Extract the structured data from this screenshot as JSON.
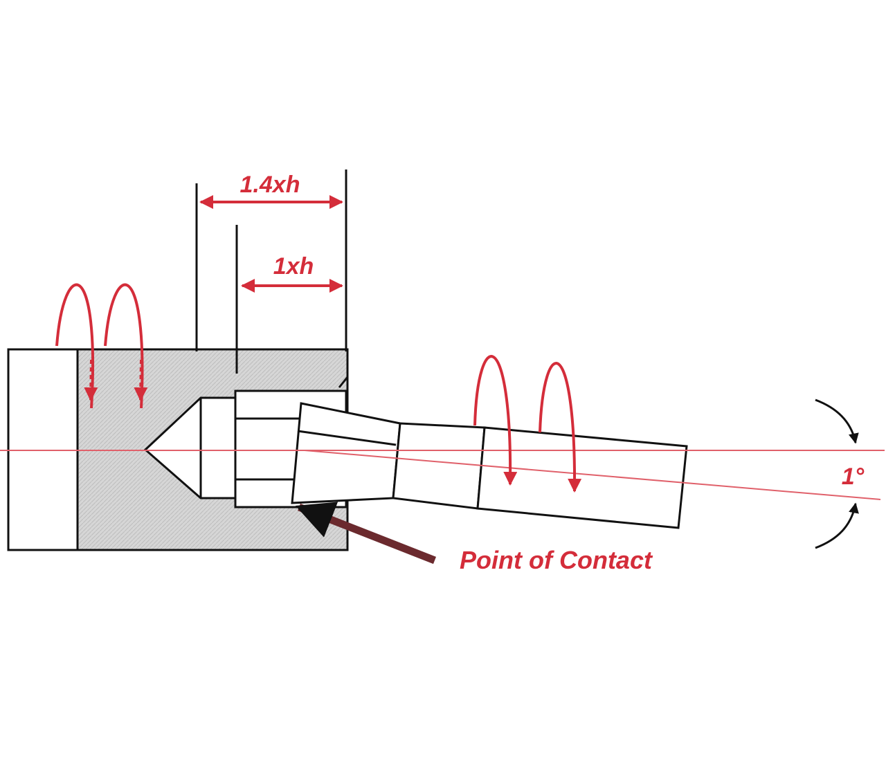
{
  "diagram": {
    "labels": {
      "depth_14": "1.4xh",
      "depth_1": "1xh",
      "contact": "Point of Contact",
      "angle": "1°"
    },
    "colors": {
      "annotation": "#d42d3a",
      "line": "#111111",
      "hatch": "#d3d3d3",
      "pointer": "#6b2a2e",
      "background": "#ffffff"
    }
  }
}
